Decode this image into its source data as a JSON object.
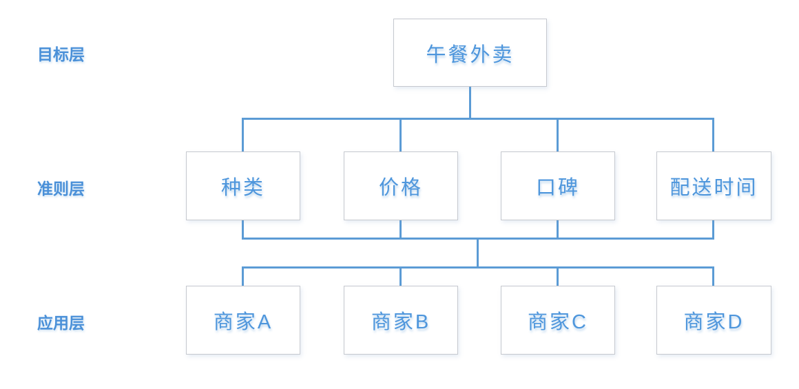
{
  "colors": {
    "line_blue": "#5B9BD5",
    "text_blue": "#4E96DC",
    "label_blue": "#4A90D8",
    "box_border": "#C5C8CE",
    "background": "#FFFFFF"
  },
  "diagram": {
    "type": "hierarchy",
    "layers": [
      {
        "label": "目标层",
        "nodes": [
          "午餐外卖"
        ]
      },
      {
        "label": "准则层",
        "nodes": [
          "种类",
          "价格",
          "口碑",
          "配送时间"
        ]
      },
      {
        "label": "应用层",
        "nodes": [
          "商家A",
          "商家B",
          "商家C",
          "商家D"
        ]
      }
    ],
    "edges": {
      "goal_to_criteria": [
        {
          "from": "午餐外卖",
          "to": "种类"
        },
        {
          "from": "午餐外卖",
          "to": "价格"
        },
        {
          "from": "午餐外卖",
          "to": "口碑"
        },
        {
          "from": "午餐外卖",
          "to": "配送时间"
        }
      ],
      "criteria_to_applications": {
        "style": "shared-bus",
        "from": [
          "种类",
          "价格",
          "口碑",
          "配送时间"
        ],
        "to": [
          "商家A",
          "商家B",
          "商家C",
          "商家D"
        ]
      }
    }
  }
}
